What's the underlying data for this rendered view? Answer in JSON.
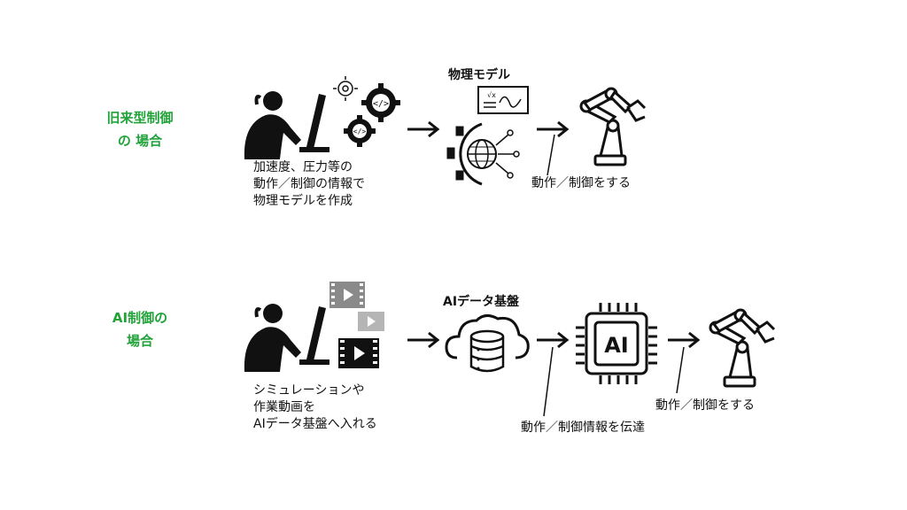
{
  "rows": [
    {
      "label": "旧来型制御の\n場合",
      "caption": "加速度、圧力等の\n動作／制御の情報で\n物理モデルを作成",
      "box_title": "物理モデル",
      "action_caption": "動作／制御をする"
    },
    {
      "label": "AI制御の\n場合",
      "caption": "シミュレーションや\n作業動画を\nAIデータ基盤へ入れる",
      "box_title": "AIデータ基盤",
      "ai_chip_text": "AI",
      "transfer_caption": "動作／制御情報を伝達",
      "action_caption": "動作／制御をする"
    }
  ],
  "colors": {
    "accent": "#22a33a",
    "ink": "#111111",
    "video_gray": "#8a8a8a"
  }
}
